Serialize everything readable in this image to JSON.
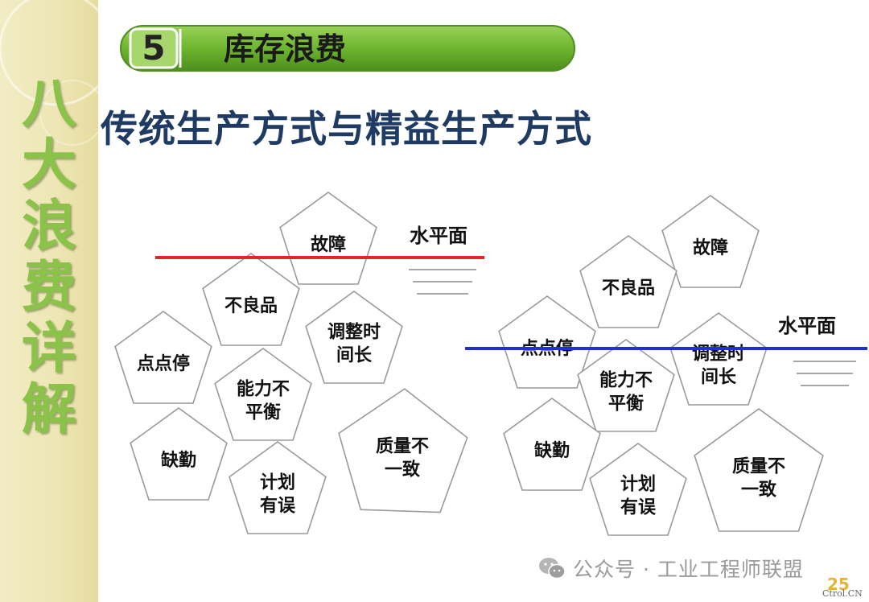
{
  "sidebar": {
    "chars": [
      "八",
      "大",
      "浪",
      "费",
      "详",
      "解"
    ]
  },
  "header": {
    "number": "5",
    "title": "库存浪费"
  },
  "main_title": "传统生产方式与精益生产方式",
  "colors": {
    "header_green": "#6eb52e",
    "traditional_line": "#e0262a",
    "lean_line": "#2132c8",
    "title_navy": "#1f3b63",
    "sidebar_green": "#8bc34a"
  },
  "diagrams": [
    {
      "name": "traditional",
      "water_label": "水平面",
      "line_color": "#e0262a",
      "shapes": [
        {
          "id": "breakdown",
          "lines": [
            "故障"
          ]
        },
        {
          "id": "defects",
          "lines": [
            "不良品"
          ]
        },
        {
          "id": "setup-time",
          "lines": [
            "调整时",
            "间长"
          ]
        },
        {
          "id": "minor-stops",
          "lines": [
            "点点停"
          ]
        },
        {
          "id": "capacity-imbalance",
          "lines": [
            "能力不",
            "平衡"
          ]
        },
        {
          "id": "absence",
          "lines": [
            "缺勤"
          ]
        },
        {
          "id": "planning-error",
          "lines": [
            "计划",
            "有误"
          ]
        },
        {
          "id": "quality-variance",
          "lines": [
            "质量不",
            "一致"
          ]
        }
      ]
    },
    {
      "name": "lean",
      "water_label": "水平面",
      "line_color": "#2132c8",
      "shapes": [
        {
          "id": "breakdown",
          "lines": [
            "故障"
          ]
        },
        {
          "id": "defects",
          "lines": [
            "不良品"
          ]
        },
        {
          "id": "minor-stops",
          "lines": [
            "点点停"
          ]
        },
        {
          "id": "setup-time",
          "lines": [
            "调整时",
            "间长"
          ]
        },
        {
          "id": "capacity-imbalance",
          "lines": [
            "能力不",
            "平衡"
          ]
        },
        {
          "id": "absence",
          "lines": [
            "缺勤"
          ]
        },
        {
          "id": "planning-error",
          "lines": [
            "计划",
            "有误"
          ]
        },
        {
          "id": "quality-variance",
          "lines": [
            "质量不",
            "一致"
          ]
        }
      ]
    }
  ],
  "watermark": {
    "icon": "wechat-icon",
    "text": "公众号 · 工业工程师联盟"
  },
  "page_number": "25",
  "site_label": "Ctrol.CN"
}
